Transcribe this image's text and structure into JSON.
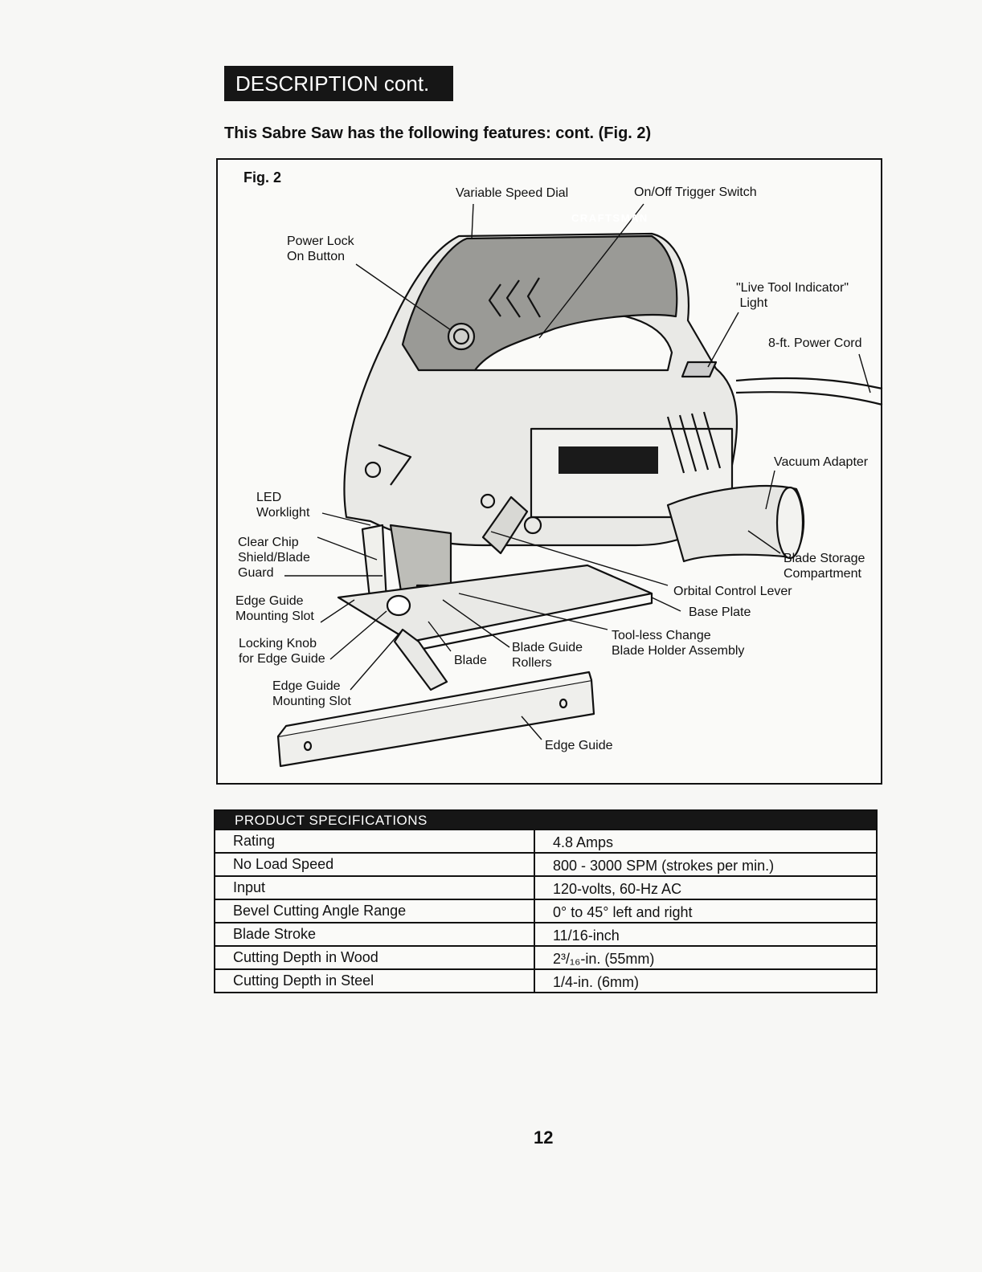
{
  "header": {
    "title": "DESCRIPTION cont."
  },
  "subtitle": "This Sabre Saw has the following features: cont. (Fig. 2)",
  "figure": {
    "label": "Fig. 2",
    "brand": "CRAFTSMAN",
    "callouts": {
      "variable_speed_dial": "Variable Speed Dial",
      "trigger_switch": "On/Off Trigger Switch",
      "power_lock": "Power Lock\nOn Button",
      "live_tool_light": "\"Live Tool Indicator\"\n Light",
      "power_cord": "8-ft. Power Cord",
      "vacuum_adapter": "Vacuum Adapter",
      "led_worklight": "LED\nWorklight",
      "chip_shield": "Clear Chip\nShield/Blade\nGuard",
      "blade_storage": "Blade Storage\nCompartment",
      "orbital_lever": "Orbital Control Lever",
      "edge_guide_slot_1": "Edge Guide\nMounting Slot",
      "base_plate": "Base Plate",
      "blade_holder": "Tool-less Change\nBlade Holder Assembly",
      "locking_knob": "Locking Knob\nfor Edge Guide",
      "blade_rollers": "Blade Guide\nRollers",
      "blade": "Blade",
      "edge_guide_slot_2": "Edge Guide\nMounting Slot",
      "edge_guide": "Edge Guide"
    }
  },
  "specs": {
    "title": "PRODUCT  SPECIFICATIONS",
    "rows": [
      {
        "label": "Rating",
        "value": "4.8 Amps"
      },
      {
        "label": "No Load Speed",
        "value": "800 - 3000 SPM (strokes per min.)"
      },
      {
        "label": "Input",
        "value": "120-volts, 60-Hz AC"
      },
      {
        "label": "Bevel Cutting Angle Range",
        "value": "0° to 45° left and right"
      },
      {
        "label": "Blade Stroke",
        "value": "11/16-inch"
      },
      {
        "label": "Cutting Depth in Wood",
        "value": "2³/₁₆-in.  (55mm)"
      },
      {
        "label": "Cutting Depth in Steel",
        "value": "1/4-in.  (6mm)"
      }
    ]
  },
  "page_number": "12"
}
